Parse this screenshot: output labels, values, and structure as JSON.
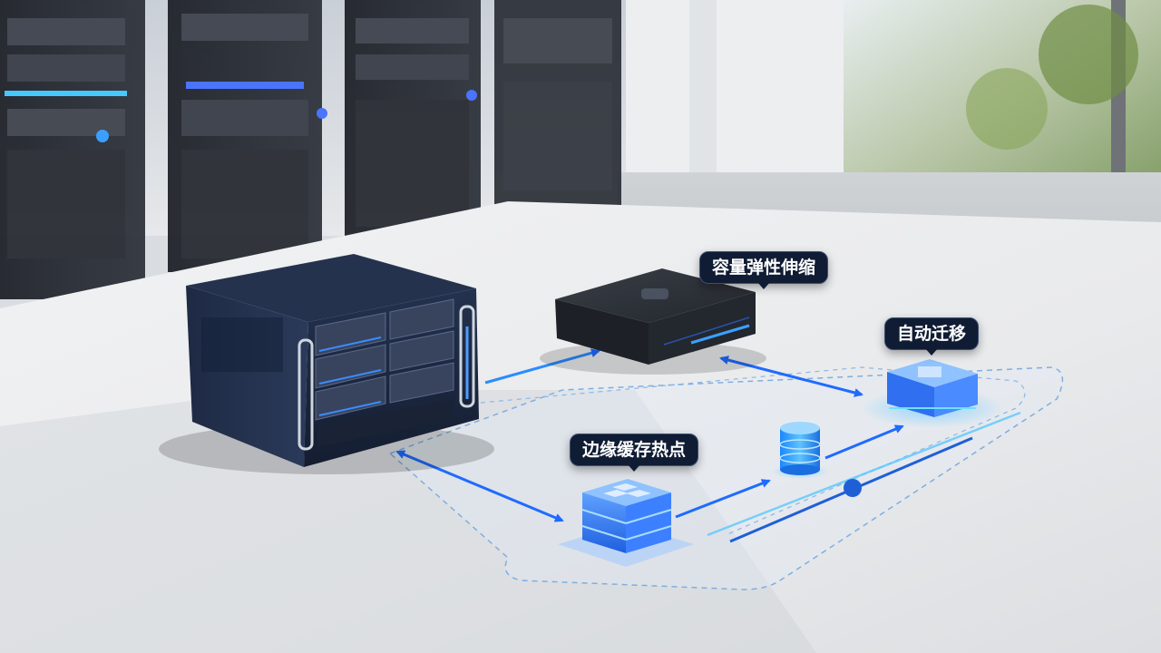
{
  "labels": {
    "capacity": "容量弹性伸缩",
    "migrate": "自动迁移",
    "edge_cache": "边缘缓存热点"
  },
  "colors": {
    "accent_blue": "#2b7bff",
    "glow_cyan": "#4fd4ff",
    "chassis_navy": "#1b2740",
    "callout_bg": "#0f1c33"
  },
  "icons": [
    "nas-server",
    "mini-server",
    "storage-stack",
    "database-cylinder",
    "storage-block",
    "flow-arrow"
  ]
}
